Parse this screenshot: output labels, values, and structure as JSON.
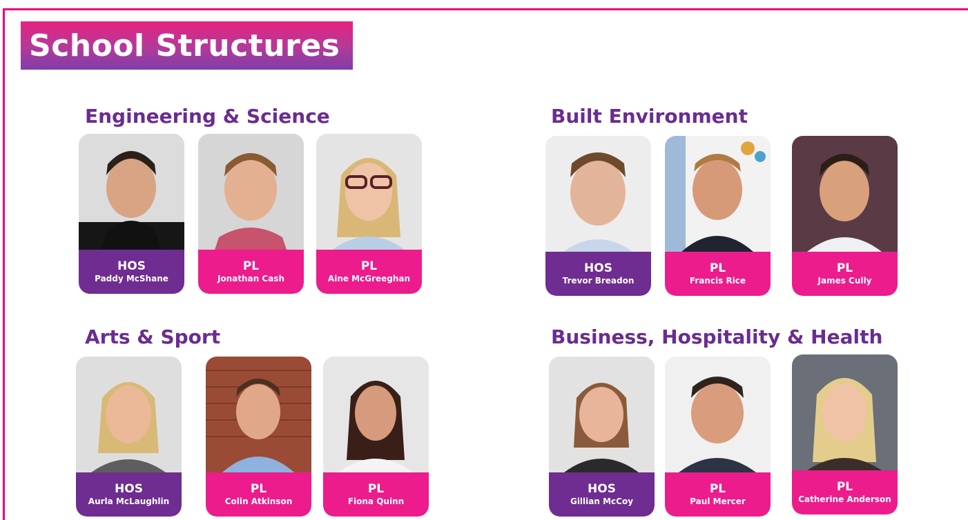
{
  "page_title": "School Structures",
  "colors": {
    "accent_pink": "#ec1c8c",
    "accent_purple": "#6f2c91",
    "frame": "#e6007e"
  },
  "sections": [
    {
      "title": "Engineering & Science",
      "people": [
        {
          "role": "HOS",
          "name": "Paddy McShane"
        },
        {
          "role": "PL",
          "name": "Jonathan Cash"
        },
        {
          "role": "PL",
          "name": "Aine McGreeghan"
        }
      ]
    },
    {
      "title": "Built Environment",
      "people": [
        {
          "role": "HOS",
          "name": "Trevor Breadon"
        },
        {
          "role": "PL",
          "name": "Francis Rice"
        },
        {
          "role": "PL",
          "name": "James Cully"
        }
      ]
    },
    {
      "title": "Arts & Sport",
      "people": [
        {
          "role": "HOS",
          "name": "Aurla McLaughlin"
        },
        {
          "role": "PL",
          "name": "Colin Atkinson"
        },
        {
          "role": "PL",
          "name": "Fiona Quinn"
        }
      ]
    },
    {
      "title": "Business, Hospitality & Health",
      "people": [
        {
          "role": "HOS",
          "name": "Gillian McCoy"
        },
        {
          "role": "PL",
          "name": "Paul Mercer"
        },
        {
          "role": "PL",
          "name": "Catherine Anderson"
        }
      ]
    }
  ]
}
